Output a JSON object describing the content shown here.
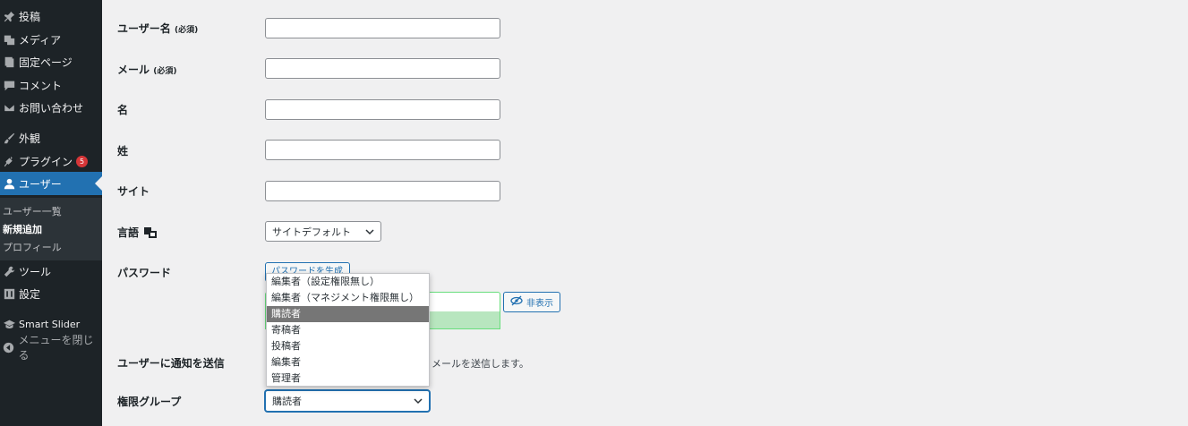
{
  "sidebar": {
    "items": [
      {
        "label": "投稿",
        "icon": "pin-icon"
      },
      {
        "label": "メディア",
        "icon": "media-icon"
      },
      {
        "label": "固定ページ",
        "icon": "page-icon"
      },
      {
        "label": "コメント",
        "icon": "comment-icon"
      },
      {
        "label": "お問い合わせ",
        "icon": "mail-icon"
      },
      {
        "label": "外観",
        "icon": "appearance-icon"
      },
      {
        "label": "プラグイン",
        "icon": "plugin-icon",
        "badge": "5"
      },
      {
        "label": "ユーザー",
        "icon": "user-icon"
      },
      {
        "label": "ツール",
        "icon": "wrench-icon"
      },
      {
        "label": "設定",
        "icon": "settings-icon"
      },
      {
        "label": "Smart Slider",
        "icon": "slider-icon"
      },
      {
        "label": "メニューを閉じる",
        "icon": "collapse-icon"
      }
    ],
    "submenu": [
      "ユーザー一覧",
      "新規追加",
      "プロフィール"
    ]
  },
  "form": {
    "username_label": "ユーザー名",
    "username_req": "(必須)",
    "email_label": "メール",
    "email_req": "(必須)",
    "first_name_label": "名",
    "last_name_label": "姓",
    "site_label": "サイト",
    "language_label": "言語",
    "language_value": "サイトデフォルト",
    "password_label": "パスワード",
    "generate_button": "パスワードを生成",
    "hide_button": "非表示",
    "notify_label": "ユーザーに通知を送信",
    "notify_text": "メールを送信します。",
    "role_label": "権限グループ",
    "role_value": "購読者",
    "role_options": [
      "編集者（設定権限無し）",
      "編集者（マネジメント権限無し）",
      "購読者",
      "寄稿者",
      "投稿者",
      "編集者",
      "管理者"
    ]
  },
  "colors": {
    "sidebar": "#1d2327",
    "accent": "#2271b1",
    "badge": "#d63638"
  }
}
